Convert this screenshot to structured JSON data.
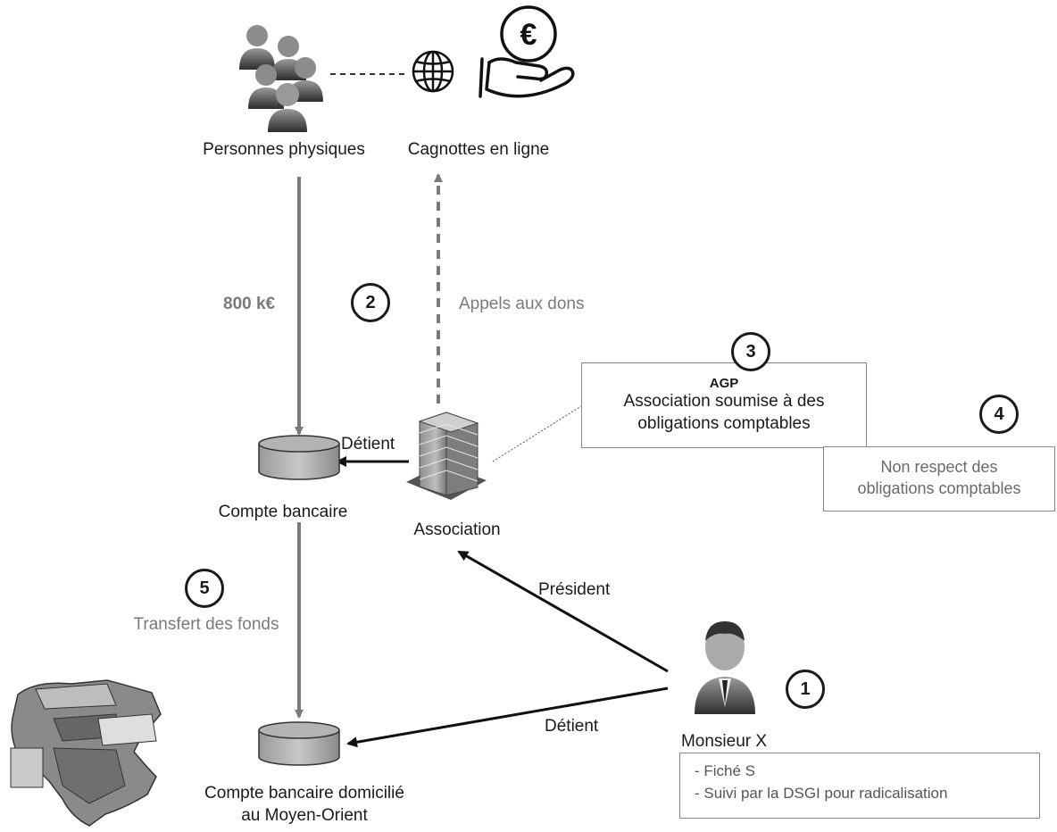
{
  "nodes": {
    "personnes": "Personnes physiques",
    "cagnottes": "Cagnottes en ligne",
    "compte_bancaire": "Compte bancaire",
    "association": "Association",
    "compte_mo_line1": "Compte bancaire domicilié",
    "compte_mo_line2": "au Moyen-Orient",
    "monsieur": "Monsieur X"
  },
  "edges": {
    "amount": "800 k€",
    "appels": "Appels aux dons",
    "detient_assoc": "Détient",
    "president": "Président",
    "transfert": "Transfert des fonds",
    "detient_x": "Détient"
  },
  "steps": [
    "1",
    "2",
    "3",
    "4",
    "5"
  ],
  "boxes": {
    "agp_title": "AGP",
    "agp_line1": "Association soumise à des",
    "agp_line2": "obligations comptables",
    "non_respect_line1": "Non respect des",
    "non_respect_line2": "obligations comptables",
    "profile_line1": "- Fiché S",
    "profile_line2": "- Suivi par la DSGI pour radicalisation"
  },
  "icons": {
    "euro_symbol": "€"
  },
  "colors": {
    "arrow_grey": "#7a7a7a",
    "arrow_dark": "#111111",
    "text_grey": "#7a7a7a"
  }
}
